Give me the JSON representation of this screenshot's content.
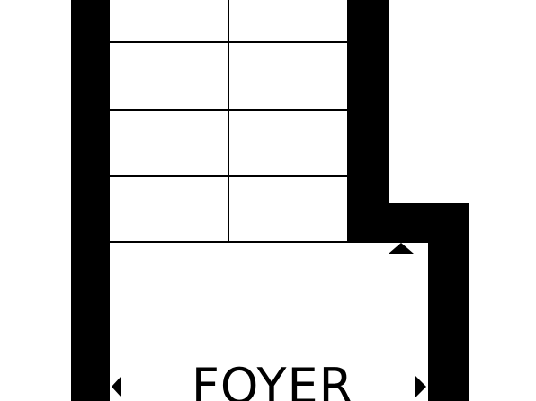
{
  "plan": {
    "room_label": "FOYER",
    "wall_color": "#000000",
    "line_color": "#000000",
    "background_color": "#ffffff",
    "stair_treads_visible": 4,
    "stair_columns": 2
  }
}
